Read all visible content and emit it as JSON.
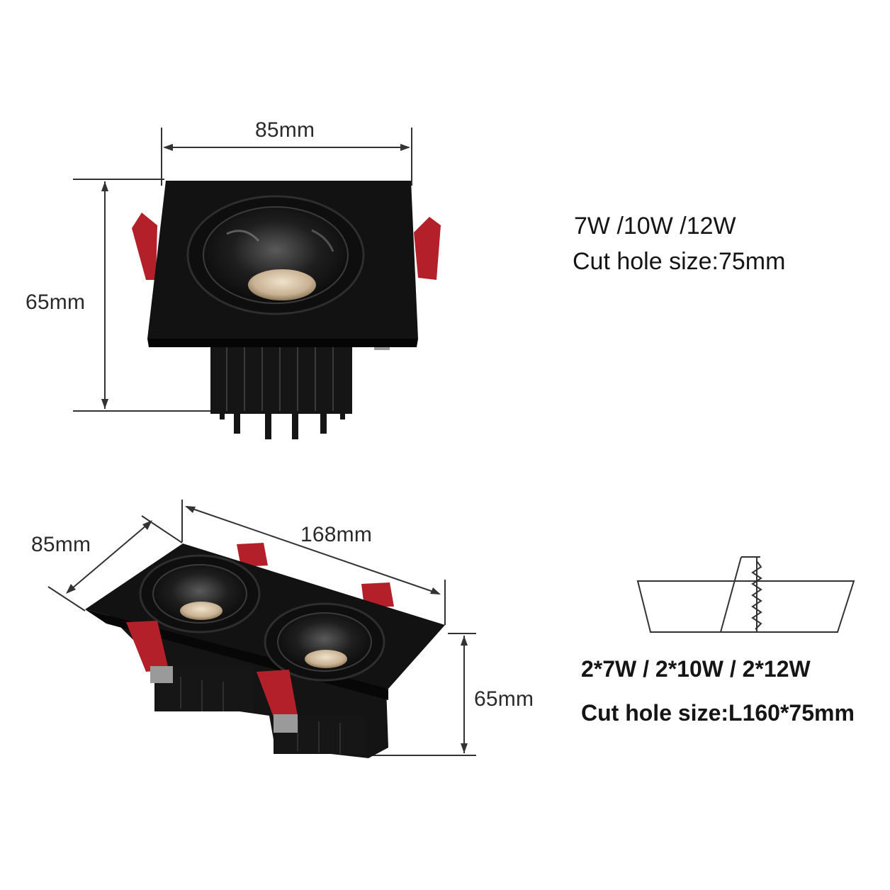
{
  "single": {
    "width_label": "85mm",
    "height_label": "65mm",
    "power": "7W /10W /12W",
    "cut_hole": "Cut hole size:75mm"
  },
  "double": {
    "depth_label": "85mm",
    "length_label": "168mm",
    "height_label": "65mm",
    "power": "2*7W / 2*10W / 2*12W",
    "cut_hole": "Cut hole size:L160*75mm"
  },
  "colors": {
    "housing": "#121212",
    "clip": "#b3202a",
    "lens": "#c8b091",
    "line": "#333333"
  }
}
